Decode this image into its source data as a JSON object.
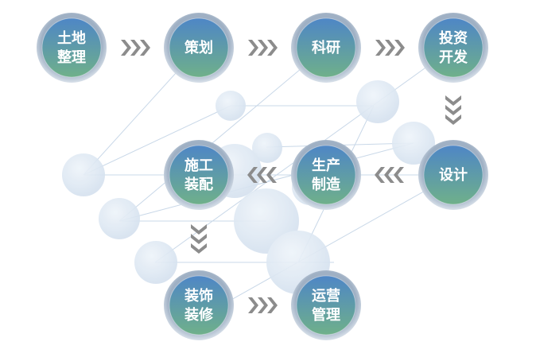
{
  "colors": {
    "node_top": "#4e86c6",
    "node_bottom": "#6fb08a",
    "ring": "#b9c6d6",
    "arrow": "#8c8c8c",
    "bubble": "#dbe6f1",
    "line": "#c7d6e6"
  },
  "nodes": [
    {
      "id": "land",
      "lines": [
        "土地",
        "整理"
      ]
    },
    {
      "id": "planning",
      "lines": [
        "策划"
      ]
    },
    {
      "id": "research",
      "lines": [
        "科研"
      ]
    },
    {
      "id": "investment",
      "lines": [
        "投资",
        "开发"
      ]
    },
    {
      "id": "design",
      "lines": [
        "设计"
      ]
    },
    {
      "id": "production",
      "lines": [
        "生产",
        "制造"
      ]
    },
    {
      "id": "construction",
      "lines": [
        "施工",
        "装配"
      ]
    },
    {
      "id": "decoration",
      "lines": [
        "装饰",
        "装修"
      ]
    },
    {
      "id": "operation",
      "lines": [
        "运营",
        "管理"
      ]
    }
  ],
  "arrows": [
    {
      "id": "land-to-planning",
      "icon": "chevron-right-icon"
    },
    {
      "id": "planning-to-research",
      "icon": "chevron-right-icon"
    },
    {
      "id": "research-to-investment",
      "icon": "chevron-right-icon"
    },
    {
      "id": "investment-to-design",
      "icon": "chevron-down-icon"
    },
    {
      "id": "design-to-production",
      "icon": "chevron-left-icon"
    },
    {
      "id": "production-to-construction",
      "icon": "chevron-left-icon"
    },
    {
      "id": "construction-to-decoration",
      "icon": "chevron-down-icon"
    },
    {
      "id": "decoration-to-operation",
      "icon": "chevron-right-icon"
    }
  ]
}
